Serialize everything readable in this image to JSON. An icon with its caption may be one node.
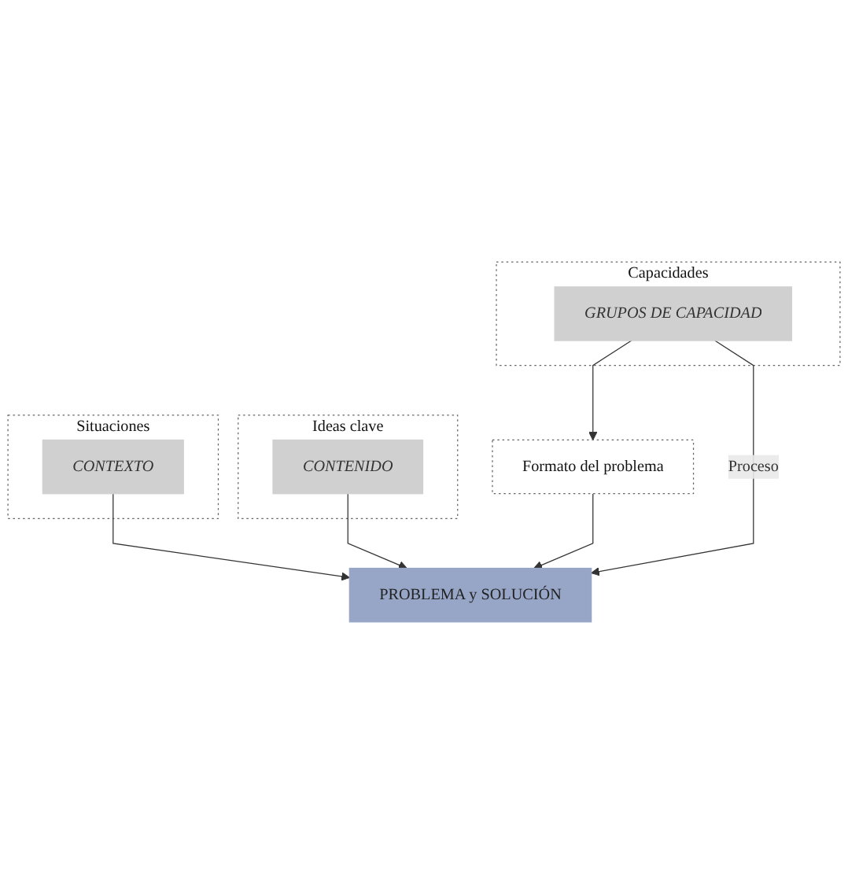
{
  "diagram": {
    "nodes": [
      {
        "text": [
          "Situaciones"
        ]
      },
      {
        "text": [
          "CONTEXTO"
        ],
        "in": 0
      },
      {
        "text": [
          "Ideas clave"
        ]
      },
      {
        "text": [
          "CONTENIDO"
        ],
        "in": 2
      },
      {
        "text": [
          "PROBLEMA y SOLUCIÓN"
        ]
      },
      {
        "text": [
          "Formato del problema"
        ]
      },
      {
        "text": [
          "Capacidades"
        ]
      },
      {
        "text": [
          "GRUPOS DE CAPACIDAD"
        ],
        "in": 6
      }
    ],
    "edges": [
      {
        "from": 1,
        "to": 4,
        "arrow": "to"
      },
      {
        "from": 3,
        "to": 4,
        "arrow": "to"
      },
      {
        "from": 5,
        "to": 4,
        "arrow": "to"
      },
      {
        "from": 7,
        "to": 4,
        "arrow": "to",
        "label": "Proceso"
      },
      {
        "from": 7,
        "to": 5,
        "arrow": "to"
      }
    ]
  }
}
